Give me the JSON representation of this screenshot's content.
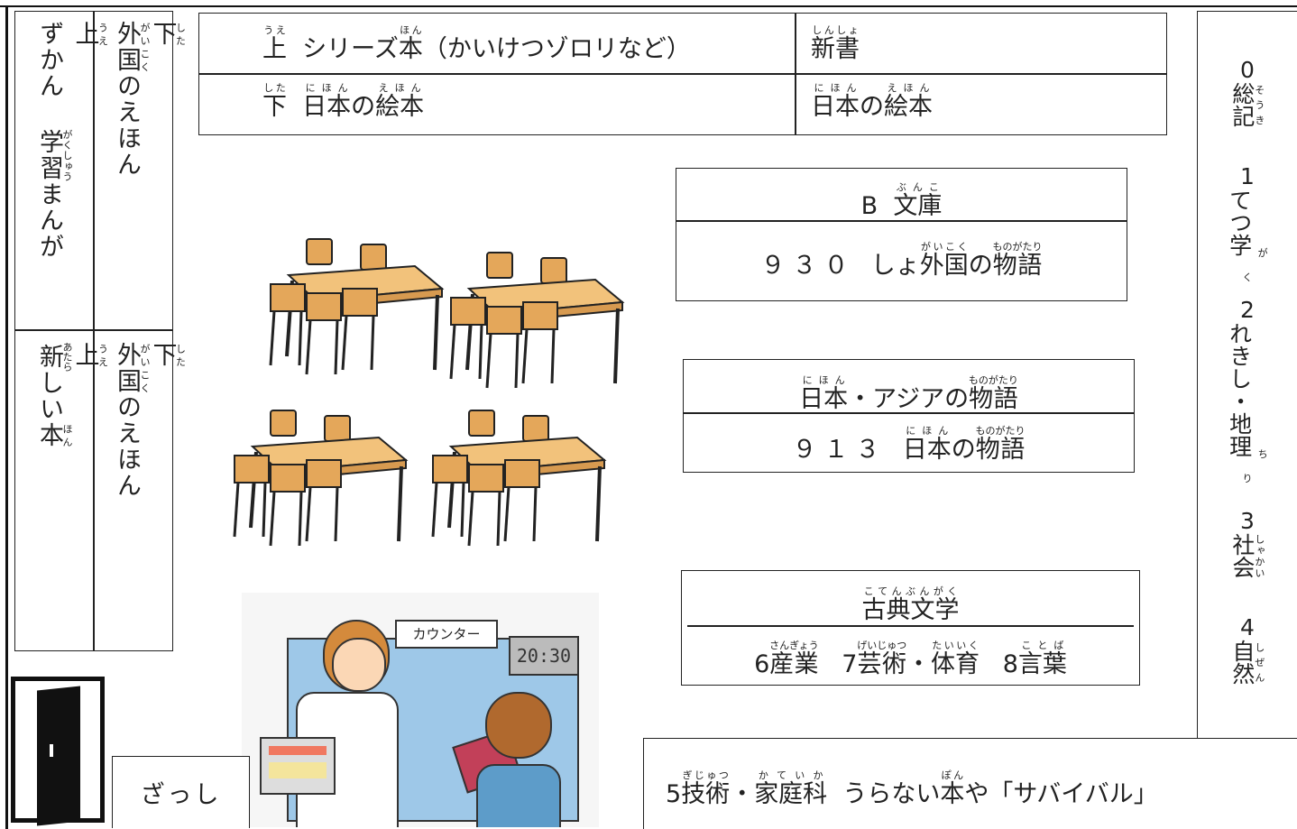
{
  "left_shelves": {
    "top_left": {
      "head": "上",
      "head_ruby": "うえ",
      "body1": "ずかん",
      "body2": "学習",
      "body2_ruby": "がくしゅう",
      "body3": "まんが"
    },
    "top_right": {
      "head": "下",
      "head_ruby": "した",
      "body1": "外国",
      "body1_ruby": "がいこく",
      "body2": "のえほん"
    },
    "bottom_left": {
      "head": "上",
      "head_ruby": "うえ",
      "body1": "新",
      "body1_ruby": "あたら",
      "body2": "しい",
      "body3": "本",
      "body3_ruby": "ほん"
    },
    "bottom_right": {
      "head": "下",
      "head_ruby": "した",
      "body1": "外国",
      "body1_ruby": "がいこく",
      "body2": "のえほん"
    }
  },
  "top_shelf": {
    "row1_left_head": "上",
    "row1_left_head_ruby": "うえ",
    "row1_left_a": "シリーズ",
    "row1_left_b": "本",
    "row1_left_b_ruby": "ほん",
    "row1_left_c": "（かいけつゾロリなど）",
    "row1_right": "新書",
    "row1_right_ruby": "しんしょ",
    "row2_left_head": "下",
    "row2_left_head_ruby": "した",
    "row2_left_a": "日本",
    "row2_left_a_ruby": "にほん",
    "row2_left_b": "の",
    "row2_left_c": "絵本",
    "row2_left_c_ruby": "えほん",
    "row2_right_a": "日本",
    "row2_right_a_ruby": "にほん",
    "row2_right_b": "の",
    "row2_right_c": "絵本",
    "row2_right_c_ruby": "えほん"
  },
  "shelf_bunko": {
    "top_a": "B",
    "top_b": "文庫",
    "top_b_ruby": "ぶんこ",
    "bottom_a": "９３０",
    "bottom_b": "しょ",
    "bottom_c": "外国",
    "bottom_c_ruby": "がいこく",
    "bottom_d": "の",
    "bottom_e": "物語",
    "bottom_e_ruby": "ものがたり"
  },
  "shelf_japan": {
    "top_a": "日本",
    "top_a_ruby": "にほん",
    "top_b": "・アジアの",
    "top_c": "物語",
    "top_c_ruby": "ものがたり",
    "bottom_a": "９１３",
    "bottom_b": "日本",
    "bottom_b_ruby": "にほん",
    "bottom_c": "の",
    "bottom_d": "物語",
    "bottom_d_ruby": "ものがたり"
  },
  "shelf_classic": {
    "top": "古典文学",
    "top_ruby": "こてんぶんがく",
    "b1_num": "6",
    "b1": "産業",
    "b1_ruby": "さんぎょう",
    "b2_num": "7",
    "b2": "芸術",
    "b2_ruby": "げいじゅつ",
    "b2_sep": "・",
    "b3": "体育",
    "b3_ruby": "たいいく",
    "b4_num": "8",
    "b4": "言葉",
    "b4_ruby": "ことば"
  },
  "right_shelf": [
    {
      "num": "0",
      "text": "総記",
      "ruby": "そうき"
    },
    {
      "num": "1",
      "text": "てつ学",
      "ruby": "がく"
    },
    {
      "num": "2",
      "text": "れきし・地理",
      "ruby": "ちり"
    },
    {
      "num": "3",
      "text": "社会",
      "ruby": "しゃかい"
    },
    {
      "num": "4",
      "text": "自然",
      "ruby": "しぜん"
    }
  ],
  "bottom_shelf": {
    "num": "5",
    "a": "技術",
    "a_ruby": "ぎじゅつ",
    "sep": "・",
    "b": "家庭科",
    "b_ruby": "かていか",
    "c": "うらない",
    "d": "本",
    "d_ruby": "ぽん",
    "e": "や「サバイバル」"
  },
  "magazine": {
    "label": "ざっし"
  },
  "counter": {
    "sign": "カウンター",
    "clock": "20:30"
  },
  "icons": [
    "door-icon",
    "table-icon",
    "counter-illustration"
  ]
}
